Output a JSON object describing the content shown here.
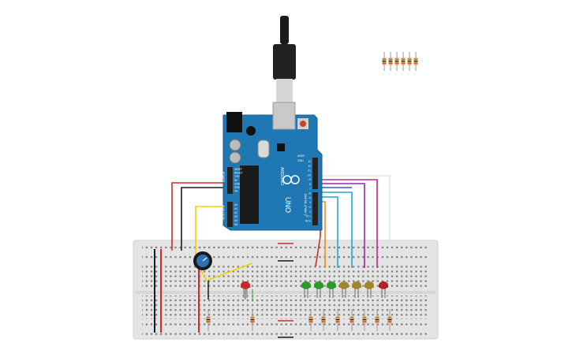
{
  "board": {
    "brand_text": "ARDUINO",
    "model_text": "UNO",
    "power_header_label": "POWER",
    "analog_header_label": "ANALOG IN",
    "digital_header_label": "DIGITAL (PWM~)",
    "reset_label": "RESET",
    "aref_label": "AREF",
    "gnd_label": "GND",
    "power_pins": [
      "IOREF",
      "RESET",
      "3.3V",
      "5V",
      "GND",
      "GND",
      "Vin"
    ],
    "analog_pins": [
      "A0",
      "A1",
      "A2",
      "A3",
      "A4",
      "A5"
    ],
    "digital_pins": [
      "13",
      "12",
      "~11",
      "~10",
      "~9",
      "8",
      "7",
      "~6",
      "~5",
      "4",
      "~3",
      "2",
      "TX 1",
      "RX 0"
    ]
  },
  "wire_colors": {
    "red": "#d12b2b",
    "black": "#1a1a1a",
    "yellow": "#f5d000",
    "orange": "#f28b1a",
    "cyan": "#22a9c9",
    "blue": "#2f5fd0",
    "purple": "#8a2fa8",
    "magenta": "#c0268f",
    "white": "#e6e6e6"
  },
  "led_colors": [
    "#c62828",
    "#2e9b2e",
    "#2e9b2e",
    "#2e9b2e",
    "#a3852a",
    "#a3852a",
    "#a3852a",
    "#b32222"
  ],
  "breadboard_color": "#e6e6e6",
  "arduino_color": "#1f78b4"
}
